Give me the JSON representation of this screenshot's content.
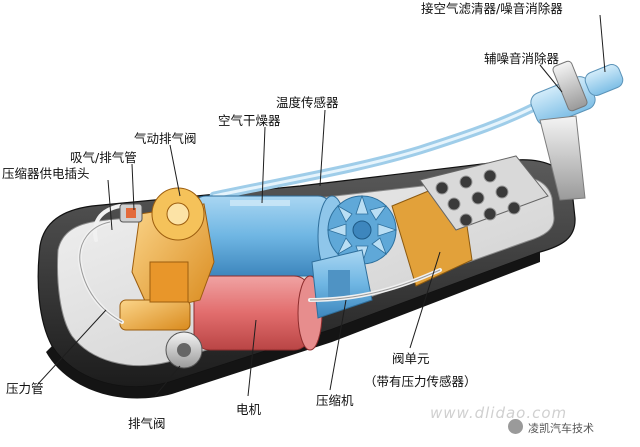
{
  "labels": {
    "intake_silencer": "接空气滤清器/噪音消除器",
    "aux_silencer": "辅噪音消除器",
    "temp_sensor": "温度传感器",
    "air_dryer": "空气干燥器",
    "pneumatic_exhaust_valve": "气动排气阀",
    "intake_exhaust_pipe": "吸气/排气管",
    "power_plug": "压缩器供电插头",
    "pressure_pipe": "压力管",
    "exhaust_valve": "排气阀",
    "motor": "电机",
    "compressor": "压缩机",
    "valve_unit": "阀单元",
    "valve_unit_note": "（带有压力传感器）"
  },
  "watermark": {
    "brand": "凌凯汽车技术",
    "faint": "www.dlidao.com"
  },
  "colors": {
    "housing": "#2b2b2b",
    "blue": "#6fb6e3",
    "red": "#e26d6d",
    "orange": "#f2a93b",
    "valve_block": "#e2a13a",
    "leader": "#1e1e1e"
  }
}
